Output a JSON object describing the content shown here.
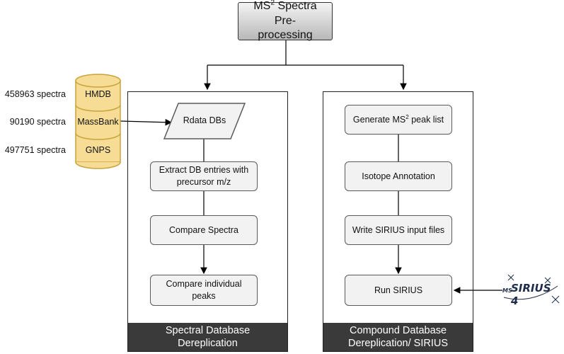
{
  "top": {
    "prefix": "MS",
    "sup": "2",
    "suffix": " Spectra Pre-",
    "line2": "processing"
  },
  "databases": [
    {
      "name": "HMDB",
      "count": "458963 spectra"
    },
    {
      "name": "MassBank",
      "count": "90190 spectra"
    },
    {
      "name": "GNPS",
      "count": "497751 spectra"
    }
  ],
  "left_panel": {
    "rdata": "Rdata DBs",
    "steps": [
      {
        "l1": "Extract DB entries with",
        "l2": "precursor m/z"
      },
      {
        "l1": "Compare Spectra",
        "l2": ""
      },
      {
        "l1": "Compare individual",
        "l2": "peaks"
      }
    ],
    "footer": {
      "l1": "Spectral Database",
      "l2": "Dereplication"
    }
  },
  "right_panel": {
    "generate": {
      "prefix": "Generate MS",
      "sup": "2",
      "suffix": " peak list"
    },
    "steps": [
      "Isotope Annotation",
      "Write SIRIUS input files",
      "Run SIRIUS"
    ],
    "footer": {
      "l1": "Compound Database",
      "l2": "Dereplication/ SIRIUS"
    }
  },
  "logo": {
    "ms": "MS",
    "text": "SIRIUS 4"
  },
  "colors": {
    "db_fill": "#f6dc94",
    "db_stroke": "#c9a43c",
    "footer": "#3a3a3a",
    "node_fill": "#f2f2f2"
  }
}
